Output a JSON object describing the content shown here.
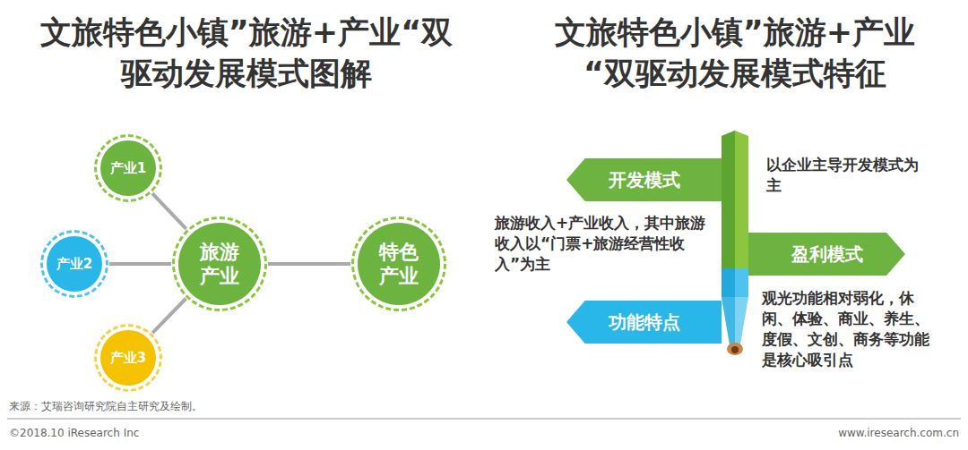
{
  "diagram": {
    "title": "文旅特色小镇”旅游+产业“双驱动发展模式图解",
    "caption": "来源：艾瑞咨询研究院自主研究及绘制。",
    "nodes": [
      {
        "text": [
          "产业1"
        ]
      },
      {
        "text": [
          "产业2"
        ]
      },
      {
        "text": [
          "产业3"
        ]
      },
      {
        "text": [
          "旅游产业"
        ]
      },
      {
        "text": [
          "特色产业"
        ]
      },
      {
        "text": [
          "开发模式",
          "以企业主导开发模式为主"
        ]
      },
      {
        "text": [
          "盈利模式",
          "旅游收入+产业收入，其中旅游收入以“门票+旅游经营性收入”为主"
        ]
      },
      {
        "text": [
          "功能特点",
          "观光功能相对弱化，休闲、体验、商业、养生、度假、文创、商务等功能是核心吸引点"
        ]
      }
    ],
    "edges": [
      {
        "from": 0,
        "to": 3,
        "arrow": "none"
      },
      {
        "from": 1,
        "to": 3,
        "arrow": "none"
      },
      {
        "from": 2,
        "to": 3,
        "arrow": "none"
      },
      {
        "from": 3,
        "to": 4,
        "arrow": "none"
      }
    ],
    "labels": [
      "文旅特色小镇”旅游+产业“双驱动发展模式特征",
      "©2018.10 iResearch Inc",
      "www.iresearch.com.cn"
    ]
  }
}
